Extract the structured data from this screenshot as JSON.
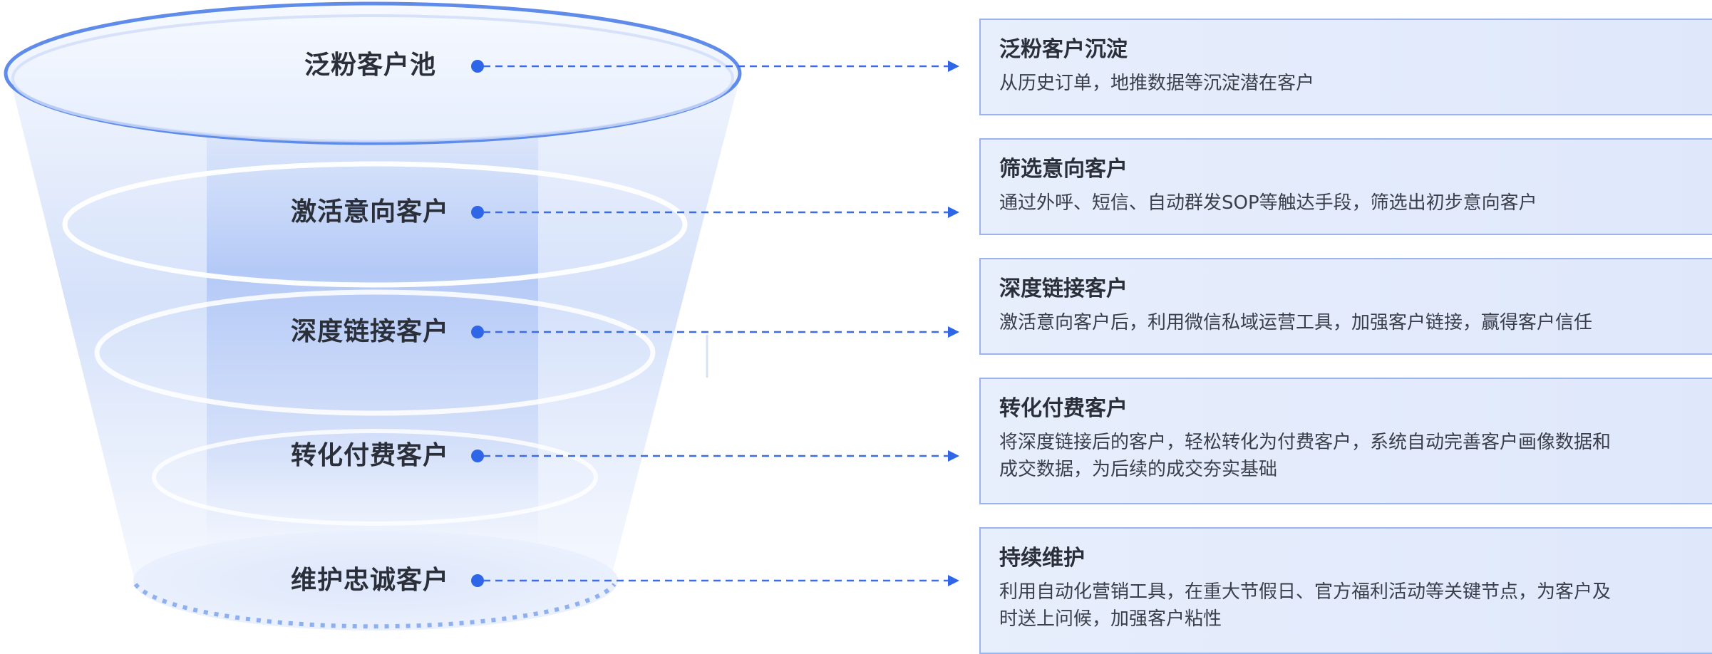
{
  "colors": {
    "accent": "#2f66e8",
    "connector": "#3b6ee6",
    "text": "#2b2f3a",
    "card_border": "#9cb4ee",
    "card_bg": "#e3ebfb",
    "funnel_light": "#dce6fb",
    "funnel_mid": "#b9cdf6"
  },
  "stages": [
    {
      "label": "泛粉客户池",
      "title": "泛粉客户沉淀",
      "desc": "从历史订单，地推数据等沉淀潜在客户"
    },
    {
      "label": "激活意向客户",
      "title": "筛选意向客户",
      "desc": "通过外呼、短信、自动群发SOP等触达手段，筛选出初步意向客户"
    },
    {
      "label": "深度链接客户",
      "title": "深度链接客户",
      "desc": "激活意向客户后，利用微信私域运营工具，加强客户链接，赢得客户信任"
    },
    {
      "label": "转化付费客户",
      "title": "转化付费客户",
      "desc": "将深度链接后的客户，轻松转化为付费客户，系统自动完善客户画像数据和\n成交数据，为后续的成交夯实基础"
    },
    {
      "label": "维护忠诚客户",
      "title": "持续维护",
      "desc": "利用自动化营销工具，在重大节假日、官方福利活动等关键节点，为客户及\n时送上问候，加强客户粘性"
    }
  ]
}
